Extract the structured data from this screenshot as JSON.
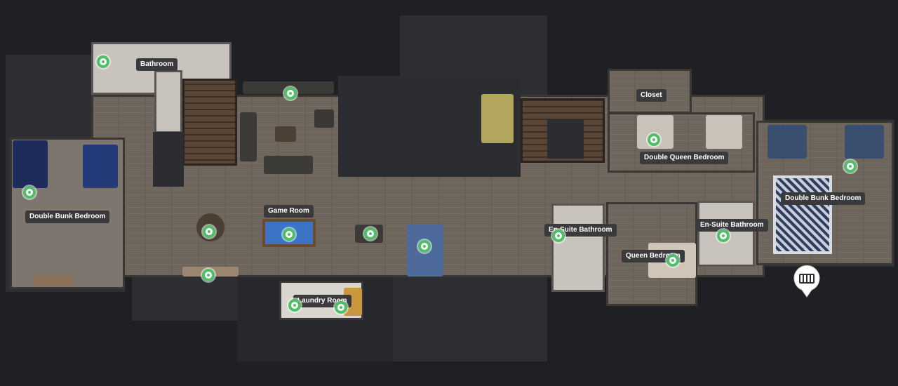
{
  "view": "floorplan-dollhouse",
  "rooms": {
    "bathroom": "Bathroom",
    "closet": "Closet",
    "double_queen_bedroom": "Double Queen Bedroom",
    "double_bunk_bedroom_left": "Double Bunk Bedroom",
    "game_room": "Game Room",
    "en_suite_bathroom_1": "En-Suite Bathroom",
    "en_suite_bathroom_2": "En-Suite Bathroom",
    "double_bunk_bedroom_right": "Double Bunk Bedroom",
    "queen_bedroom": "Queen Bedroom",
    "laundry_room": "Laundry Room"
  },
  "markers": [
    "scan-point"
  ],
  "colors": {
    "background": "#1f2023",
    "marker": "#4fbf6a",
    "label_bg": "#3a3a3c",
    "pin": "#ffffff"
  },
  "icons": {
    "marker": "scan-point-icon",
    "pin": "location-pin-icon"
  }
}
